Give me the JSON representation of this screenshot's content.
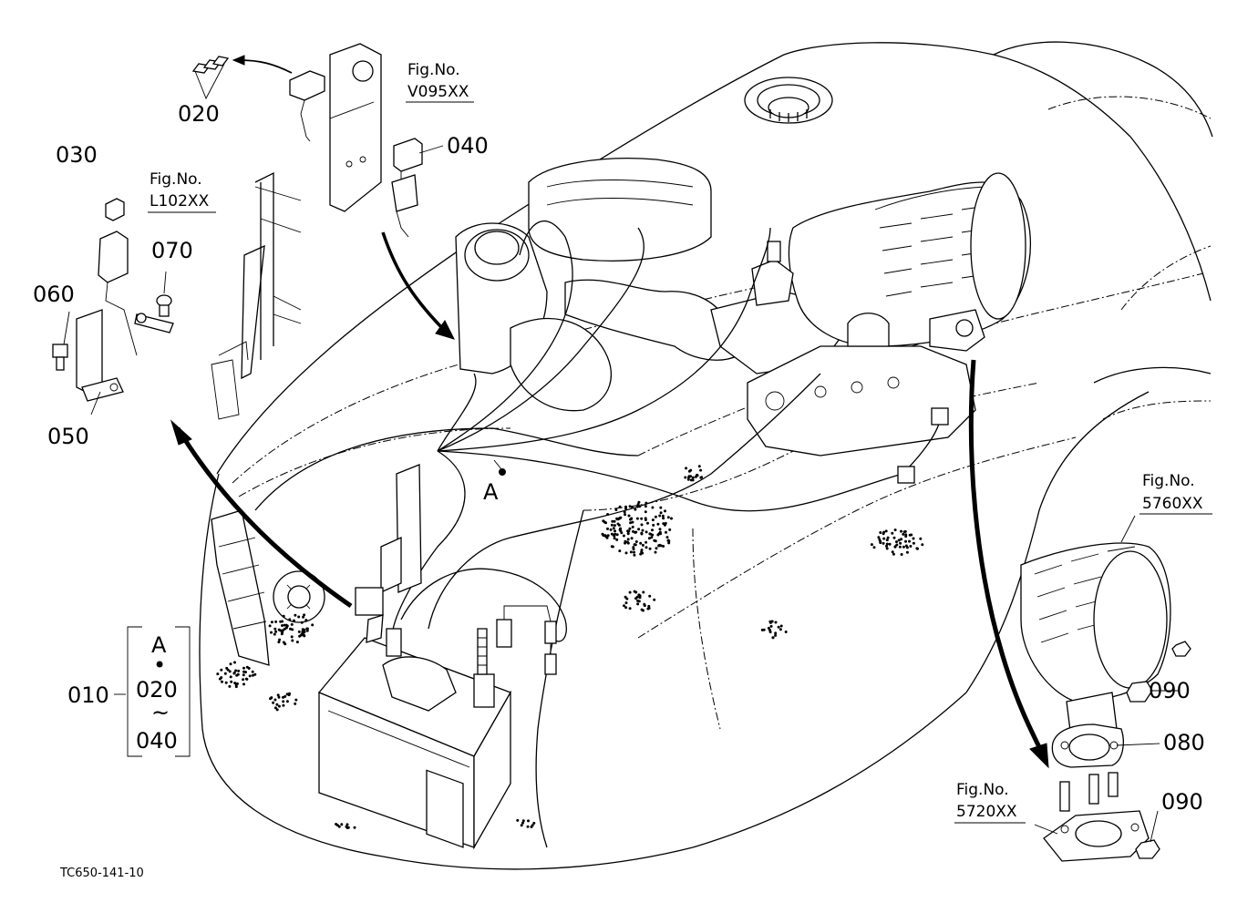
{
  "drawing_code": "TC650-141-10",
  "callouts": {
    "p010": "010",
    "p020": "020",
    "p030": "030",
    "p040": "040",
    "p050": "050",
    "p060": "060",
    "p070": "070",
    "p080": "080",
    "p090a": "090",
    "p090b": "090"
  },
  "assembly_bracket": {
    "top": "A",
    "dot": "•",
    "from": "020",
    "tilde": "~",
    "to": "040"
  },
  "wire_label": "A",
  "fig_refs": [
    {
      "title": "Fig.No.",
      "number": "V095XX"
    },
    {
      "title": "Fig.No.",
      "number": "L102XX"
    },
    {
      "title": "Fig.No.",
      "number": "5760XX"
    },
    {
      "title": "Fig.No.",
      "number": "5720XX"
    }
  ]
}
